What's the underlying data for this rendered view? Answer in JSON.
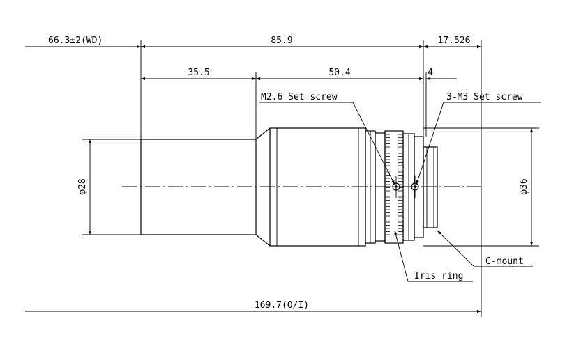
{
  "dimensions": {
    "working_distance": "66.3±2(WD)",
    "length_total_body": "85.9",
    "length_mount": "17.526",
    "length_front": "35.5",
    "length_rear": "50.4",
    "length_small": "4",
    "diameter_front": "φ28",
    "diameter_rear": "φ36",
    "object_to_image": "169.7(O/I)"
  },
  "callouts": {
    "m26_screw": "M2.6 Set screw",
    "m3_screw": "3-M3 Set screw",
    "iris_ring": "Iris ring",
    "c_mount": "C-mount"
  },
  "colors": {
    "line": "#000000",
    "background": "#ffffff"
  }
}
